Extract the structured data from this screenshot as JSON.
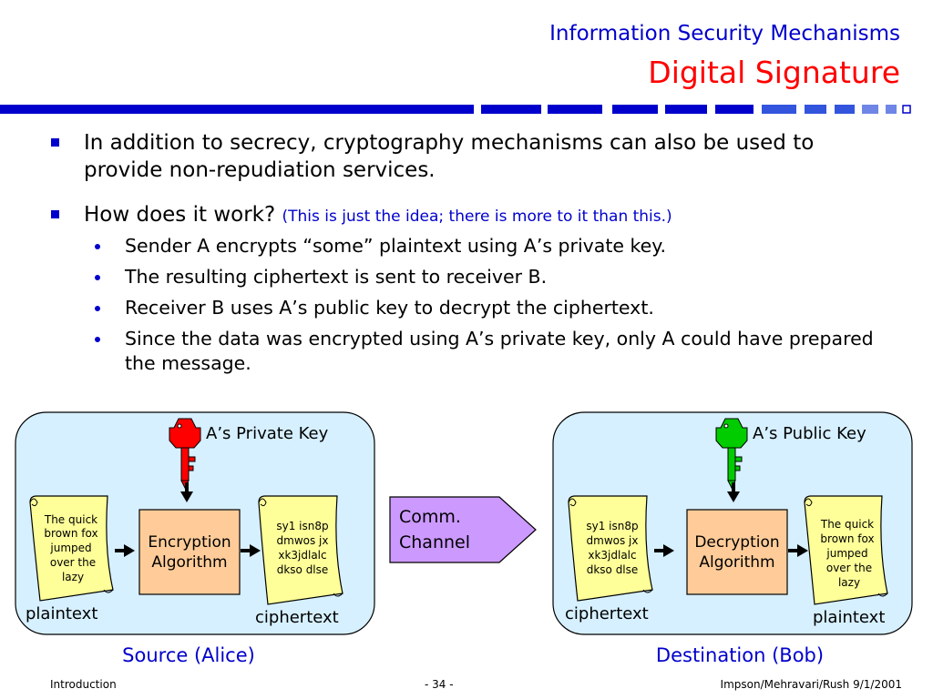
{
  "header": {
    "title_line1": "Information Security Mechanisms",
    "title_line2": "Digital Signature"
  },
  "bullets": [
    {
      "text": "In addition to secrecy, cryptography mechanisms can also be used to provide non-repudiation services."
    },
    {
      "text": "How does it work? ",
      "note": "(This is just the idea; there is more to it than this.)",
      "sub": [
        "Sender A encrypts “some” plaintext using A’s private key.",
        "The resulting ciphertext is sent to receiver B.",
        "Receiver B uses A’s public key to decrypt the ciphertext.",
        "Since the data was encrypted using A’s private key, only A could have prepared the message."
      ]
    }
  ],
  "diagram": {
    "source": {
      "key_label": "A’s Private Key",
      "key_color": "#ff0000",
      "input_scroll": [
        "The quick",
        "brown fox",
        "jumped",
        "over the",
        "lazy"
      ],
      "input_label": "plaintext",
      "algorithm": [
        "Encryption",
        "Algorithm"
      ],
      "output_scroll": [
        "sy1 isn8p",
        "dmwos jx",
        "xk3jdlalc",
        "dkso dlse"
      ],
      "output_label": "ciphertext",
      "caption": "Source (Alice)"
    },
    "channel": [
      "Comm.",
      "Channel"
    ],
    "destination": {
      "key_label": "A’s Public Key",
      "key_color": "#00cc00",
      "input_scroll": [
        "sy1 isn8p",
        "dmwos jx",
        "xk3jdlalc",
        "dkso dlse"
      ],
      "input_label": "ciphertext",
      "algorithm": [
        "Decryption",
        "Algorithm"
      ],
      "output_scroll": [
        "The quick",
        "brown fox",
        "jumped",
        "over the",
        "lazy"
      ],
      "output_label": "plaintext",
      "caption": "Destination (Bob)"
    },
    "colors": {
      "panel_fill": "#d6f0ff",
      "algorithm_fill": "#ffcc99",
      "scroll_fill": "#ffff99",
      "channel_fill": "#cc99ff",
      "caption_color": "#0000cc"
    }
  },
  "footer": {
    "left": "Introduction",
    "center": "- 34 -",
    "right": "Impson/Mehravari/Rush 9/1/2001"
  }
}
